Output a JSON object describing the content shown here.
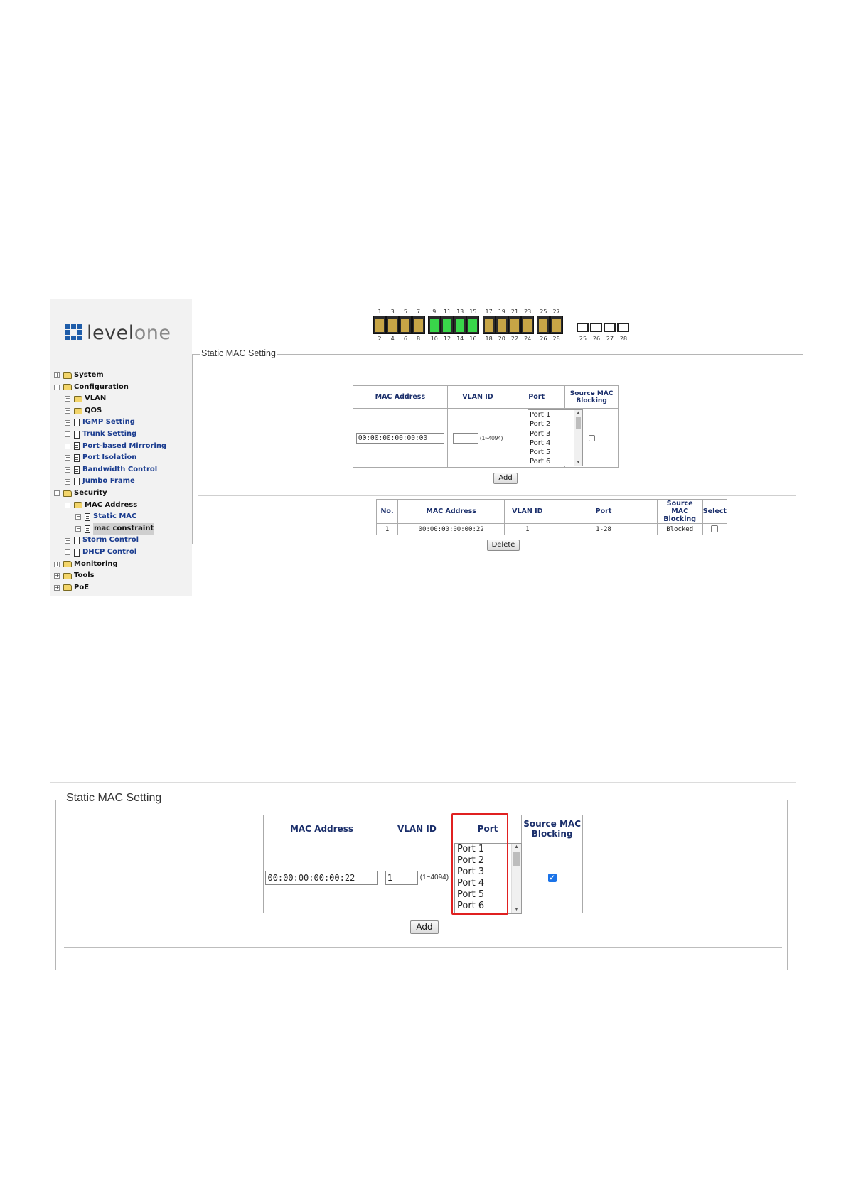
{
  "sidebar": {
    "logo_text_a": "level",
    "logo_text_b": "one",
    "tree": [
      {
        "label": "System",
        "level": 0,
        "icon": "folder-icon",
        "pm": "+",
        "link": false
      },
      {
        "label": "Configuration",
        "level": 0,
        "icon": "folder-open-icon",
        "pm": "−",
        "link": false
      },
      {
        "label": "VLAN",
        "level": 1,
        "icon": "folder-icon",
        "pm": "+",
        "link": false
      },
      {
        "label": "QOS",
        "level": 1,
        "icon": "folder-icon",
        "pm": "+",
        "link": false
      },
      {
        "label": "IGMP Setting",
        "level": 1,
        "icon": "page-icon",
        "pm": "−",
        "link": true
      },
      {
        "label": "Trunk Setting",
        "level": 1,
        "icon": "page-icon",
        "pm": "−",
        "link": true
      },
      {
        "label": "Port-based Mirroring",
        "level": 1,
        "icon": "page-icon",
        "pm": "−",
        "link": true
      },
      {
        "label": "Port Isolation",
        "level": 1,
        "icon": "page-icon",
        "pm": "−",
        "link": true
      },
      {
        "label": "Bandwidth Control",
        "level": 1,
        "icon": "page-icon",
        "pm": "−",
        "link": true
      },
      {
        "label": "Jumbo Frame",
        "level": 1,
        "icon": "page-icon",
        "pm": "+",
        "link": true
      },
      {
        "label": "Security",
        "level": 0,
        "icon": "folder-open-icon",
        "pm": "−",
        "link": false
      },
      {
        "label": "MAC Address",
        "level": 1,
        "icon": "folder-open-icon",
        "pm": "−",
        "link": false
      },
      {
        "label": "Static MAC",
        "level": 2,
        "icon": "page-icon",
        "pm": "−",
        "link": true
      },
      {
        "label": "mac constraint",
        "level": 2,
        "icon": "page-icon",
        "pm": "−",
        "link": false,
        "selected": true
      },
      {
        "label": "Storm Control",
        "level": 1,
        "icon": "page-icon",
        "pm": "−",
        "link": true
      },
      {
        "label": "DHCP Control",
        "level": 1,
        "icon": "page-icon",
        "pm": "−",
        "link": true
      },
      {
        "label": "Monitoring",
        "level": 0,
        "icon": "folder-icon",
        "pm": "+",
        "link": false
      },
      {
        "label": "Tools",
        "level": 0,
        "icon": "folder-icon",
        "pm": "+",
        "link": false
      },
      {
        "label": "PoE",
        "level": 0,
        "icon": "folder-icon",
        "pm": "+",
        "link": false
      }
    ]
  },
  "port_panel": {
    "odd_labels": [
      "1",
      "3",
      "5",
      "7",
      "9",
      "11",
      "13",
      "15",
      "17",
      "19",
      "21",
      "23",
      "25",
      "27"
    ],
    "even_labels": [
      "2",
      "4",
      "6",
      "8",
      "10",
      "12",
      "14",
      "16",
      "18",
      "20",
      "22",
      "24",
      "26",
      "28"
    ],
    "sfp_labels": [
      "25",
      "26",
      "27",
      "28"
    ],
    "link_up_ports": [
      9,
      10,
      11,
      12,
      13,
      14,
      15,
      16
    ]
  },
  "shot1": {
    "legend": "Static MAC Setting",
    "form": {
      "header_mac": "MAC Address",
      "header_vlan": "VLAN ID",
      "header_port": "Port",
      "header_block": "Source MAC Blocking",
      "mac_value": "00:00:00:00:00:00",
      "vlan_value": "",
      "vlan_hint": "(1~4094)",
      "port_options": [
        "Port 1",
        "Port 2",
        "Port 3",
        "Port 4",
        "Port 5",
        "Port 6"
      ],
      "blocking_checked": false,
      "add_label": "Add"
    },
    "entries": {
      "headers": [
        "No.",
        "MAC Address",
        "VLAN ID",
        "Port",
        "Source MAC Blocking",
        "Select"
      ],
      "rows": [
        {
          "no": "1",
          "mac": "00:00:00:00:00:22",
          "vlan": "1",
          "port": "1-28",
          "blocking": "Blocked"
        }
      ],
      "delete_label": "Delete"
    }
  },
  "shot2": {
    "legend": "Static MAC Setting",
    "form": {
      "header_mac": "MAC Address",
      "header_vlan": "VLAN ID",
      "header_port": "Port",
      "header_block": "Source MAC Blocking",
      "mac_value": "00:00:00:00:00:22",
      "vlan_value": "1",
      "vlan_hint": "(1~4094)",
      "port_options": [
        "Port 1",
        "Port 2",
        "Port 3",
        "Port 4",
        "Port 5",
        "Port 6"
      ],
      "blocking_checked": true,
      "add_label": "Add"
    },
    "highlight_color": "#e02020"
  },
  "colors": {
    "header_text": "#1b2f6b",
    "link_text": "#1a3c8f",
    "logo_blue": "#1f5da9",
    "port_up": "#39d64a",
    "port_idle": "#c7a546",
    "checkbox_checked": "#1a73e8"
  }
}
